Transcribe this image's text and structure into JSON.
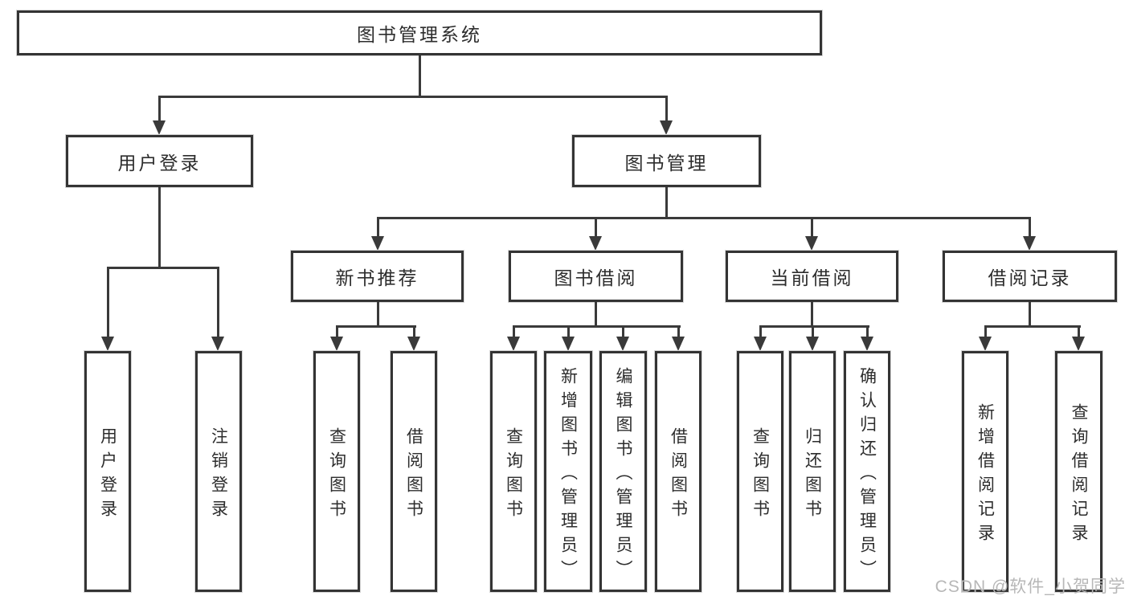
{
  "diagram": {
    "root": {
      "label": "图书管理系统"
    },
    "branches": [
      {
        "label": "用户登录",
        "children": [
          {
            "label": "用户登录"
          },
          {
            "label": "注销登录"
          }
        ]
      },
      {
        "label": "图书管理",
        "children": [
          {
            "label": "新书推荐",
            "children": [
              {
                "label": "查询图书"
              },
              {
                "label": "借阅图书"
              }
            ]
          },
          {
            "label": "图书借阅",
            "children": [
              {
                "label": "查询图书"
              },
              {
                "label": "新增图书（管理员）"
              },
              {
                "label": "编辑图书（管理员）"
              },
              {
                "label": "借阅图书"
              }
            ]
          },
          {
            "label": "当前借阅",
            "children": [
              {
                "label": "查询图书"
              },
              {
                "label": "归还图书"
              },
              {
                "label": "确认归还（管理员）"
              }
            ]
          },
          {
            "label": "借阅记录",
            "children": [
              {
                "label": "新增借阅记录"
              },
              {
                "label": "查询借阅记录"
              }
            ]
          }
        ]
      }
    ]
  },
  "watermark": {
    "text": "CSDN @软件_小贺同学"
  },
  "colors": {
    "line": "#3a3a3a",
    "border": "#343434",
    "text": "#2d2d2d",
    "watermark": "#b7b7b7",
    "background": "#ffffff"
  }
}
